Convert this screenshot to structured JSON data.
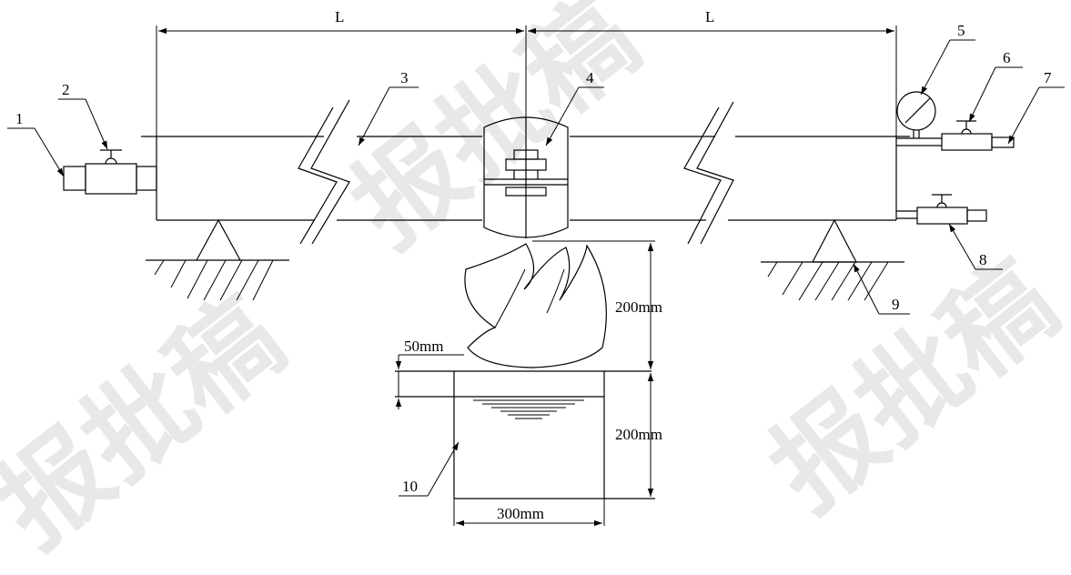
{
  "dimensions": {
    "left_span": "L",
    "right_span": "L",
    "flame_height": "200mm",
    "pan_depth": "200mm",
    "pan_width": "300mm",
    "fuel_gap": "50mm"
  },
  "callouts": [
    "1",
    "2",
    "3",
    "4",
    "5",
    "6",
    "7",
    "8",
    "9",
    "10"
  ],
  "watermark": "报批稿"
}
